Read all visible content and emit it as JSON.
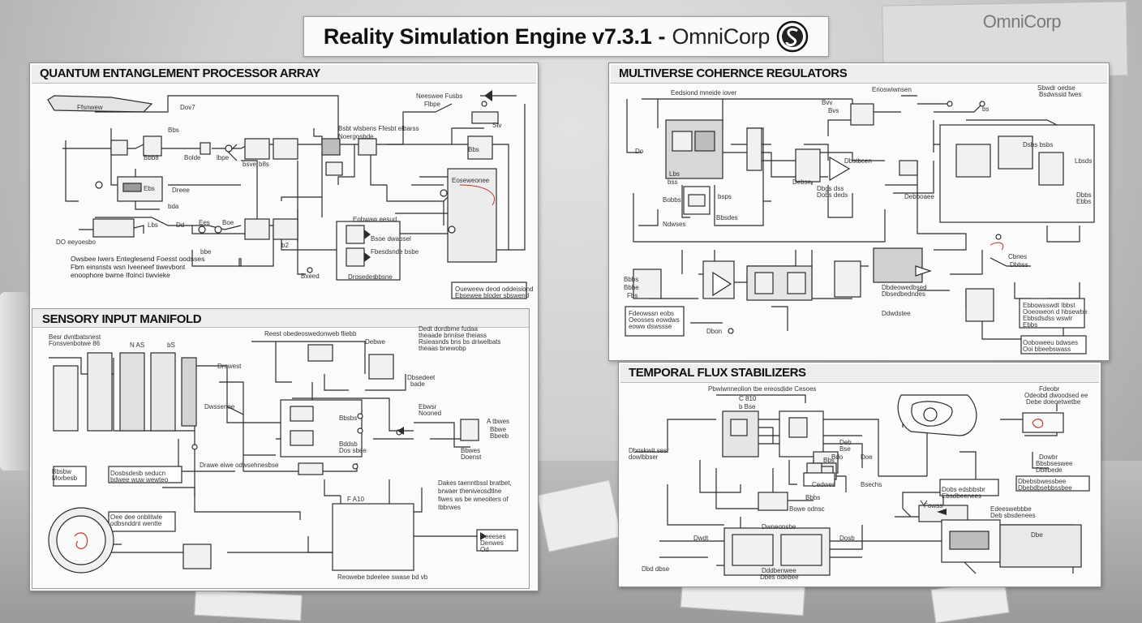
{
  "header": {
    "title": "Reality Simulation Engine v7.3.1",
    "separator": "-",
    "brand": "OmniCorp",
    "logo_icon": "omnicorp-s-logo-icon"
  },
  "background": {
    "wall_brand": "OmniCorp"
  },
  "panels": {
    "quantum": {
      "title": "QUANTUM ENTANGLEMENT PROCESSOR ARRAY"
    },
    "sensory": {
      "title": "SENSORY INPUT MANIFOLD"
    },
    "multiverse": {
      "title": "MULTIVERSE COHERNCE REGULATORS"
    },
    "temporal": {
      "title": "TEMPORAL FLUX STABILIZERS"
    }
  },
  "colors": {
    "line": "#2b2b2b",
    "accent_red": "#c0392b",
    "panel_bg": "#fbfbfb"
  }
}
